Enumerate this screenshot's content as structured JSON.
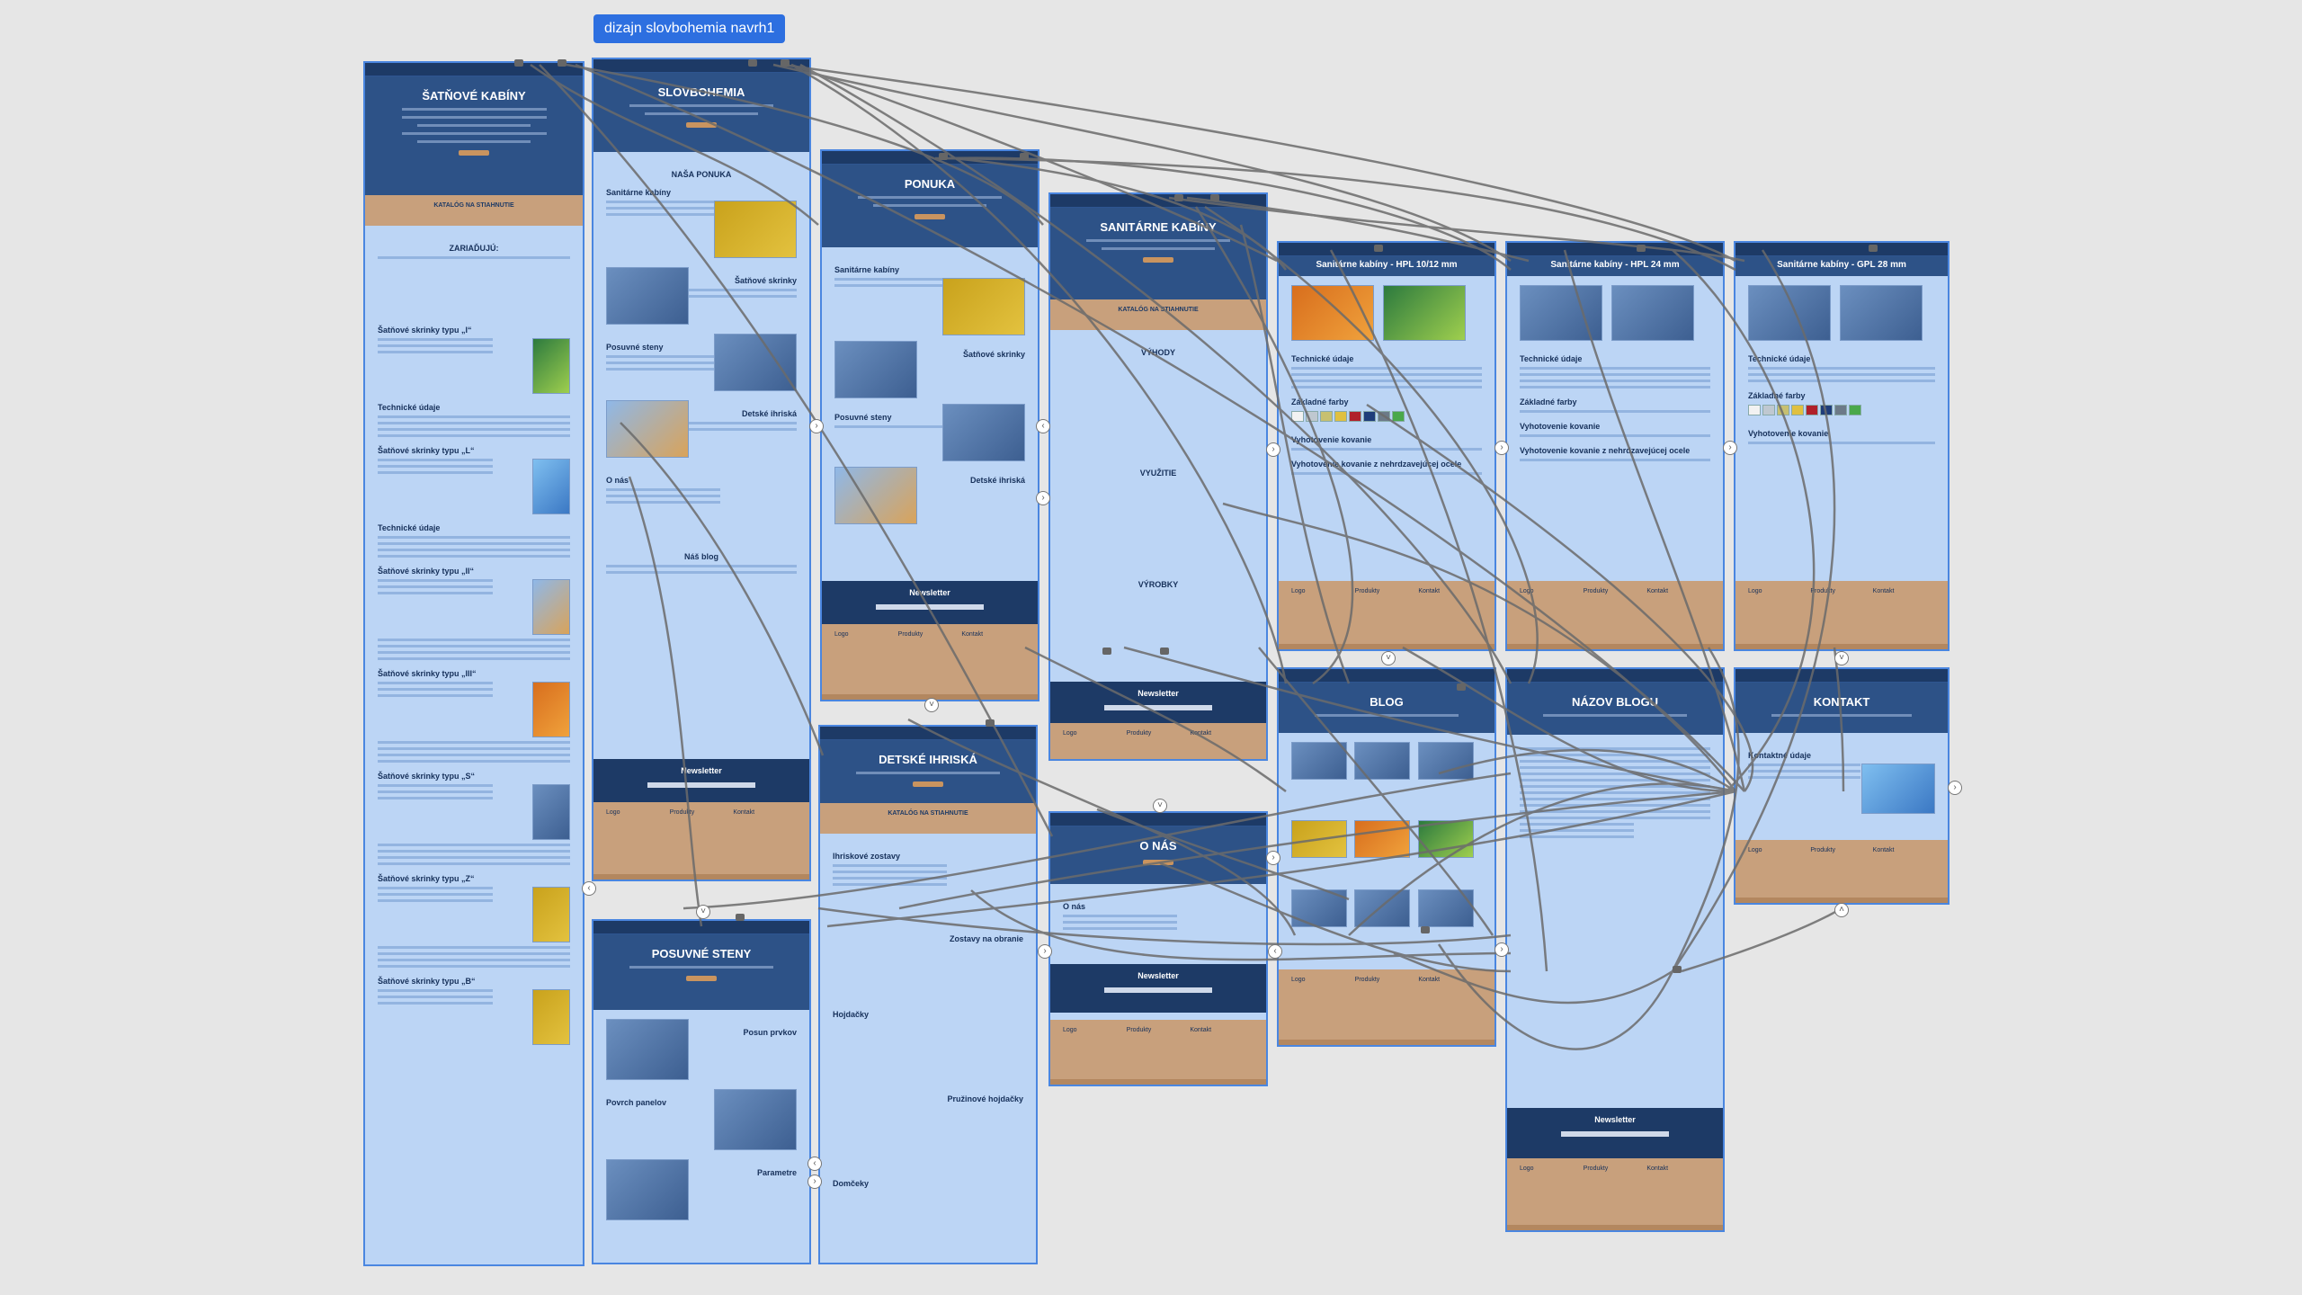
{
  "canvas": {
    "background": "#e6e6e6",
    "flow_name": "dizajn slovbohemia navrh1"
  },
  "frames": {
    "satnove": {
      "title": "ŠATŇOVÉ KABÍNY",
      "band": "KATALÓG NA STIAHNUTIE",
      "section": "ZARIAĎUJÚ:",
      "items": [
        "Šatňové skrinky typu „I“",
        "Šatňové skrinky typu „L“",
        "Šatňové skrinky typu „II“",
        "Šatňové skrinky typu „III“",
        "Šatňové skrinky typu „S“",
        "Šatňové skrinky typu „Z“",
        "Šatňové skrinky typu „B“"
      ],
      "sub1": "Technické údaje",
      "sub2": "Technické údaje"
    },
    "home": {
      "title": "SLOVBOHEMIA",
      "section": "NAŠA PONUKA",
      "items": [
        "Sanitárne kabíny",
        "Šatňové skrinky",
        "Posuvné steny",
        "Detské ihriská",
        "O nás"
      ],
      "blog": "Náš blog",
      "newsletter": "Newsletter",
      "footer": [
        "Logo",
        "Produkty",
        "Kontakt"
      ]
    },
    "ponuka": {
      "title": "PONUKA",
      "items": [
        "Sanitárne kabíny",
        "Šatňové skrinky",
        "Posuvné steny",
        "Detské ihriská"
      ],
      "newsletter": "Newsletter",
      "footer": [
        "Logo",
        "Produkty",
        "Kontakt"
      ]
    },
    "sanitarne": {
      "title": "SANITÁRNE KABÍNY",
      "band": "KATALÓG NA STIAHNUTIE",
      "s1": "VÝHODY",
      "s2": "VYUŽITIE",
      "s3": "VÝROBKY",
      "newsletter": "Newsletter",
      "footer": [
        "Logo",
        "Produkty",
        "Kontakt"
      ]
    },
    "onas": {
      "title": "O NÁS",
      "section": "O nás",
      "newsletter": "Newsletter",
      "footer": [
        "Logo",
        "Produkty",
        "Kontakt"
      ]
    },
    "hpl10": {
      "title": "Sanitárne kabíny - HPL 10/12 mm",
      "s1": "Technické údaje",
      "s2": "Základné farby",
      "s3": "Vyhotovenie kovanie",
      "s4": "Vyhotovenie kovanie z nehrdzavejúcej ocele",
      "footer": [
        "Logo",
        "Produkty",
        "Kontakt"
      ]
    },
    "hpl24": {
      "title": "Sanitárne kabíny - HPL 24 mm",
      "s1": "Technické údaje",
      "s2": "Základné farby",
      "s3": "Vyhotovenie kovanie",
      "s4": "Vyhotovenie kovanie z nehrdzavejúcej ocele",
      "footer": [
        "Logo",
        "Produkty",
        "Kontakt"
      ]
    },
    "gpl28": {
      "title": "Sanitárne kabíny - GPL 28 mm",
      "s1": "Technické údaje",
      "s2": "Základné farby",
      "s3": "Vyhotovenie kovanie",
      "footer": [
        "Logo",
        "Produkty",
        "Kontakt"
      ]
    },
    "blog": {
      "title": "BLOG",
      "footer": [
        "Logo",
        "Produkty",
        "Kontakt"
      ]
    },
    "blogpost": {
      "title": "NÁZOV BLOGU",
      "newsletter": "Newsletter",
      "footer": [
        "Logo",
        "Produkty",
        "Kontakt"
      ]
    },
    "kontakt": {
      "title": "KONTAKT",
      "section": "Kontaktné údaje",
      "footer": [
        "Logo",
        "Produkty",
        "Kontakt"
      ]
    },
    "detske": {
      "title": "DETSKÉ IHRISKÁ",
      "band": "KATALÓG NA STIAHNUTIE",
      "items": [
        "Ihriskové zostavy",
        "Zostavy na obranie",
        "Hojdačky",
        "Pružinové hojdačky",
        "Domčeky"
      ]
    },
    "posuvne": {
      "title": "POSUVNÉ STENY",
      "items": [
        "Posun prvkov",
        "Povrch panelov",
        "Parametre"
      ]
    }
  },
  "swatches": [
    "#f2f2f2",
    "#bfc8d0",
    "#c7c070",
    "#e0c040",
    "#b0202a",
    "#1f3d7a",
    "#6c7a88",
    "#4aa84a"
  ]
}
